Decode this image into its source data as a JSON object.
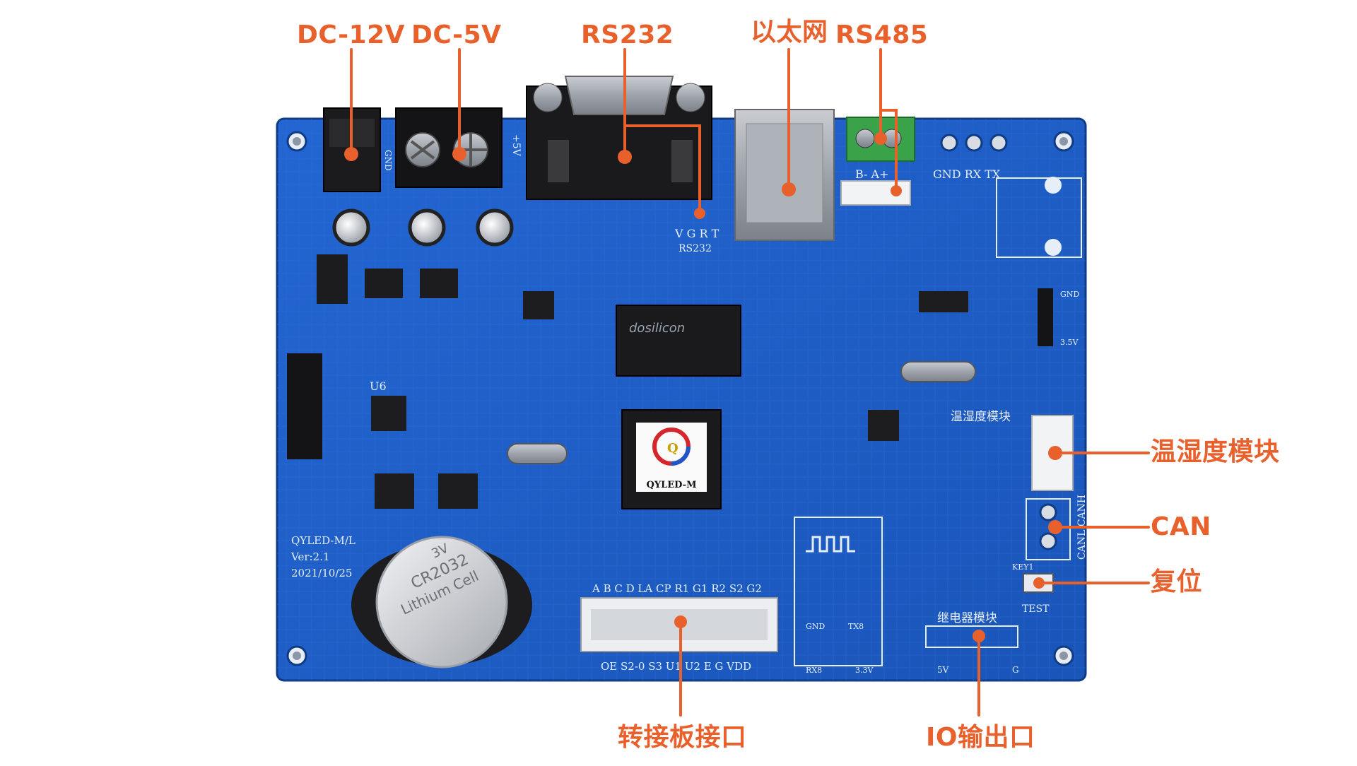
{
  "colors": {
    "accent": "#E8602C",
    "pcb_blue": "#1F5FC7",
    "pcb_dark": "#173F94",
    "silkscreen": "#E6EEF8"
  },
  "labels": {
    "dc12v": "DC-12V",
    "dc5v": "DC-5V",
    "rs232": "RS232",
    "ethernet": "以太网",
    "rs485": "RS485",
    "temp_humidity": "温湿度模块",
    "can": "CAN",
    "reset": "复位",
    "adapter_interface": "转接板接口",
    "io_output": "IO输出口"
  },
  "board": {
    "model": "QYLED-M/L",
    "version": "Ver:2.1",
    "date": "2021/10/25",
    "chip_label": "QYLED-M",
    "flash_brand": "dosilicon",
    "battery_brand": "Lithium Cell",
    "battery_model": "CR2032",
    "battery_voltage": "3V",
    "rs232_pins": "V G R T",
    "rs232_silk": "RS232",
    "plus5v": "+5V",
    "gnd": "GND",
    "rs485_pins": "B-   A+",
    "uart_pins": "GND  RX  TX",
    "p9_gnd": "GND",
    "p9_3v3": "3.5V",
    "temp_silk": "温湿度模块",
    "can_silk": "CANL CANH",
    "reset_silk": "TEST",
    "key_silk": "KEY1",
    "relay_silk": "继电器模块",
    "relay_5v": "5V",
    "relay_g": "G",
    "hub_top": "A  B  C  D LA CP R1 G1 R2 S2 G2",
    "hub_bottom": "OE  S2-0  S3 U1 U2 E  G  VDD",
    "wifi_gnd": "GND",
    "wifi_tx": "TX8",
    "wifi_rx": "RX8",
    "wifi_3v3": "3.3V",
    "u6": "U6",
    "q_top": "Q"
  }
}
